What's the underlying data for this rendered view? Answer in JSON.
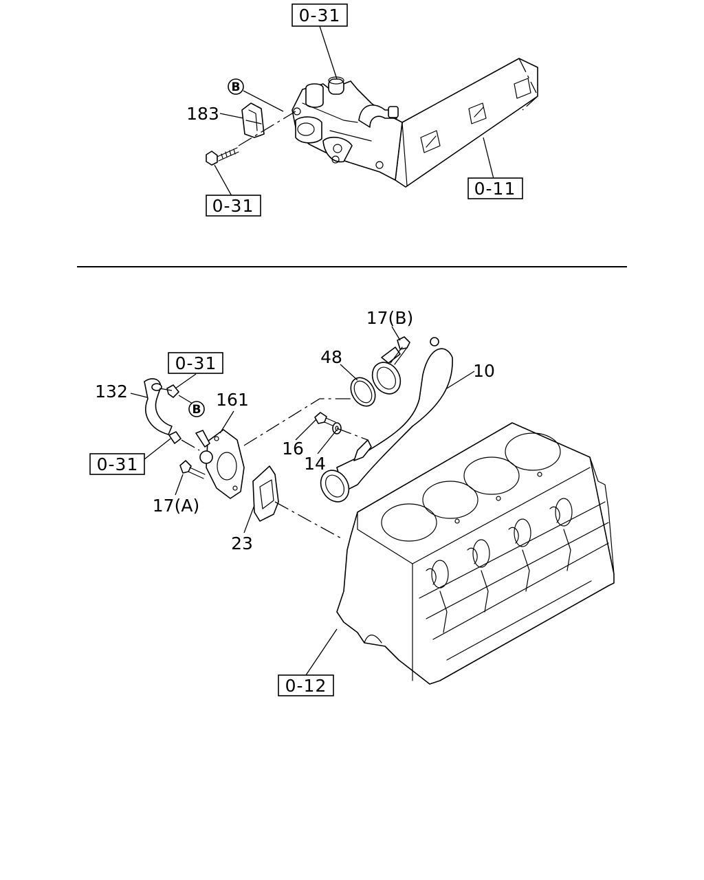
{
  "labels": {
    "ref_top": "0-31",
    "ref_top_bolt": "0-31",
    "ref_manifold": "0-11",
    "ref_pipe_bolt": "0-31",
    "ref_left": "0-31",
    "ref_block": "0-12",
    "p183": "183",
    "pB_top": "B",
    "pB_bottom": "B",
    "p132": "132",
    "p161": "161",
    "p17a": "17(A)",
    "p23": "23",
    "p16": "16",
    "p14": "14",
    "p48": "48",
    "p17b": "17(B)",
    "p10": "10"
  }
}
